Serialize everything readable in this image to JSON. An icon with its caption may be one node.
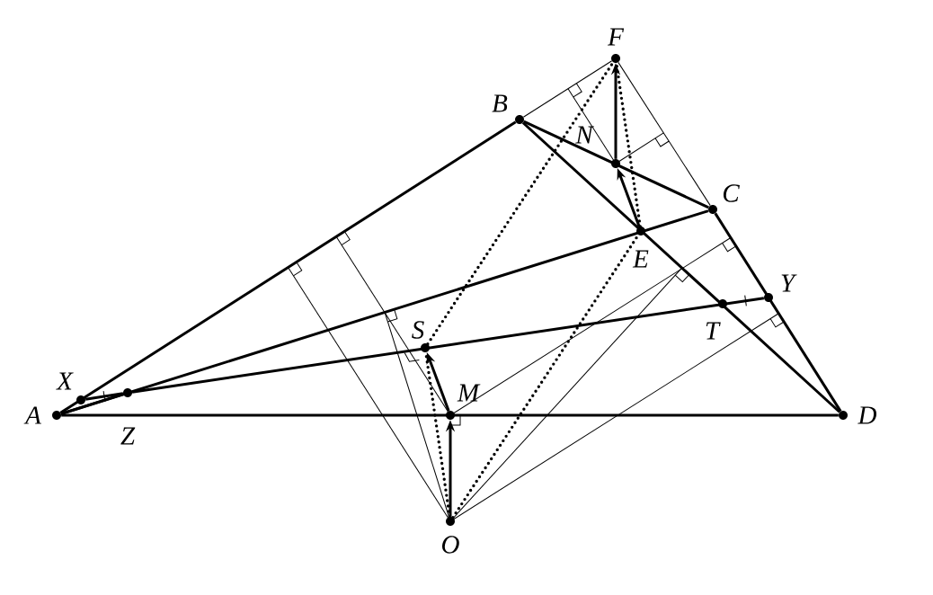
{
  "diagram": {
    "nodes": [
      {
        "text": [
          "A"
        ]
      },
      {
        "text": [
          "B"
        ]
      },
      {
        "text": [
          "C"
        ]
      },
      {
        "text": [
          "D"
        ]
      },
      {
        "text": [
          "E"
        ]
      },
      {
        "text": [
          "F"
        ]
      },
      {
        "text": [
          "N"
        ]
      },
      {
        "text": [
          "S"
        ]
      },
      {
        "text": [
          "M"
        ]
      },
      {
        "text": [
          "O"
        ]
      },
      {
        "text": [
          "X"
        ]
      },
      {
        "text": [
          "Y"
        ]
      },
      {
        "text": [
          "Z"
        ]
      },
      {
        "text": [
          "T"
        ]
      }
    ],
    "edges": [
      {
        "from": 0,
        "to": 1,
        "arrow": "none"
      },
      {
        "from": 1,
        "to": 2,
        "arrow": "none"
      },
      {
        "from": 2,
        "to": 3,
        "arrow": "none"
      },
      {
        "from": 0,
        "to": 3,
        "arrow": "none"
      },
      {
        "from": 0,
        "to": 2,
        "arrow": "none"
      },
      {
        "from": 1,
        "to": 3,
        "arrow": "none"
      },
      {
        "from": 0,
        "to": 12,
        "arrow": "none"
      },
      {
        "from": 10,
        "to": 12,
        "arrow": "none"
      },
      {
        "from": 12,
        "to": 11,
        "arrow": "none"
      },
      {
        "from": 9,
        "to": 8,
        "arrow": "to"
      },
      {
        "from": 8,
        "to": 7,
        "arrow": "to"
      },
      {
        "from": 4,
        "to": 6,
        "arrow": "to"
      },
      {
        "from": 6,
        "to": 5,
        "arrow": "to"
      },
      {
        "from": 9,
        "to": 7,
        "arrow": "none",
        "style": "dashed"
      },
      {
        "from": 9,
        "to": 4,
        "arrow": "none",
        "style": "dashed"
      },
      {
        "from": 7,
        "to": 5,
        "arrow": "none",
        "style": "dashed"
      },
      {
        "from": 4,
        "to": 5,
        "arrow": "none",
        "style": "dashed"
      },
      {
        "from": 1,
        "to": 5,
        "arrow": "none"
      },
      {
        "from": 5,
        "to": 2,
        "arrow": "none"
      }
    ]
  }
}
